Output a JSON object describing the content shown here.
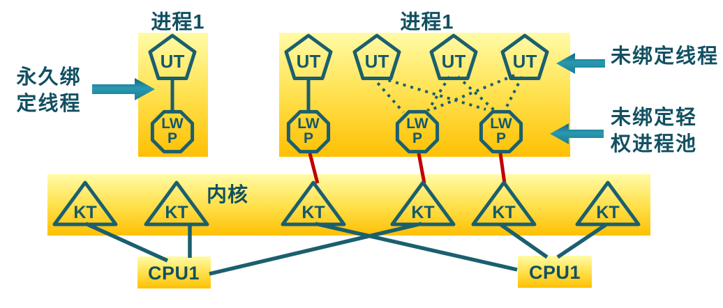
{
  "titles": {
    "process_left": "进程1",
    "process_right": "进程1",
    "kernel": "内核"
  },
  "annotations": {
    "permanent_bound_thread_line1": "永久绑",
    "permanent_bound_thread_line2": "定线程",
    "unbound_thread": "未绑定线程",
    "unbound_lwp_pool_line1": "未绑定轻",
    "unbound_lwp_pool_line2": "权进程池"
  },
  "nodes": {
    "user_thread_label": "UT",
    "lwp_label_line1": "LW",
    "lwp_label_line2": "P",
    "kernel_thread_label": "KT",
    "cpu_left_label": "CPU1",
    "cpu_right_label": "CPU1",
    "counts": {
      "user_threads": 5,
      "lwps": 4,
      "kernel_threads": 6,
      "cpus": 2
    }
  },
  "colors": {
    "shape_outline_teal": "#1b5f6f",
    "text_teal": "#115061",
    "arrow_teal": "#1e8aa2",
    "red_link": "#c00000",
    "box_gradient_top": "#fffba6",
    "box_gradient_bottom": "#fec003"
  }
}
